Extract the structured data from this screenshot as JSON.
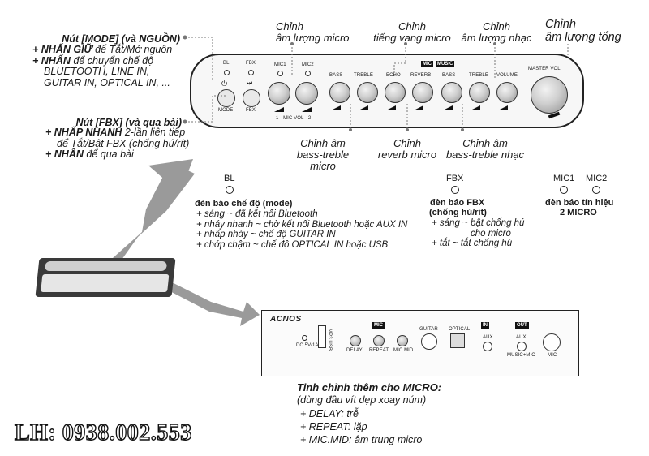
{
  "callouts": {
    "mode_title": "Nút [MODE] (và NGUỒN)",
    "mode_line1_b": "+ NHẤN GIỮ",
    "mode_line1": " để Tắt/Mở nguồn",
    "mode_line2_b": "+ NHẤN",
    "mode_line2": " để chuyển chế độ",
    "mode_line3": "BLUETOOTH, LINE IN,",
    "mode_line4": "GUITAR IN, OPTICAL IN, ...",
    "fbx_title": "Nút [FBX] (và qua bài)",
    "fbx_line1_b": "+ NHẤP NHANH",
    "fbx_line1": " 2-lần liên tiếp",
    "fbx_line2": "để Tắt/Bật FBX (chống hú/rít)",
    "fbx_line3_b": "+ NHẤN",
    "fbx_line3": " để qua bài",
    "top_mic_vol_1": "Chỉnh",
    "top_mic_vol_2": "âm lượng micro",
    "top_echo_1": "Chỉnh",
    "top_echo_2": "tiếng vang micro",
    "top_music_1": "Chỉnh",
    "top_music_2": "âm lượng nhạc",
    "top_master_1": "Chỉnh",
    "top_master_2": "âm lượng tổng",
    "bot_bt_mic_1": "Chỉnh âm",
    "bot_bt_mic_2": "bass-treble micro",
    "bot_reverb_1": "Chỉnh",
    "bot_reverb_2": "reverb micro",
    "bot_bt_music_1": "Chỉnh âm",
    "bot_bt_music_2": "bass-treble nhạc"
  },
  "panel": {
    "bl": "BL",
    "fbx": "FBX",
    "mic1": "MIC1",
    "mic2": "MIC2",
    "mode": "MODE",
    "fbx_btn": "FBX",
    "power_icon": "⏻",
    "next_icon": "⏭",
    "mic_vol": "1 - MIC VOL - 2",
    "bass": "BASS",
    "treble": "TREBLE",
    "echo": "ECHO",
    "reverb": "REVERB",
    "bass2": "BASS",
    "treble2": "TREBLE",
    "volume": "VOLUME",
    "master_vol": "MASTER VOL",
    "tag_mic": "MIC",
    "tag_music": "MUSIC"
  },
  "indicators": {
    "bl_label": "BL",
    "bl_title": "đèn báo chế độ (mode)",
    "bl_items": [
      "+ sáng ~ đã kết nối Bluetooth",
      "+ nháy nhanh ~ chờ kết nối Bluetooth hoặc AUX IN",
      "+ nhấp nháy ~ chế độ GUITAR IN",
      "+ chớp chậm ~ chế độ OPTICAL IN hoặc USB"
    ],
    "fbx_label": "FBX",
    "fbx_title1": "đèn báo FBX",
    "fbx_title2": "(chống hú/rít)",
    "fbx_items": [
      "+ sáng ~ bật chống hú",
      "cho micro",
      "+ tắt ~ tắt chống hú"
    ],
    "mic1_label": "MIC1",
    "mic2_label": "MIC2",
    "mic_title1": "đèn báo tín hiệu",
    "mic_title2": "2 MICRO"
  },
  "rear": {
    "brand": "ACNOS",
    "dc": "DC 5V/1A",
    "mp3": "MP3 USB",
    "tag_mic": "MIC",
    "delay": "DELAY",
    "repeat": "REPEAT",
    "micmid": "MIC.MID",
    "guitar": "GUITAR",
    "optical": "OPTICAL",
    "tag_in": "IN",
    "aux_in": "AUX",
    "tag_out": "OUT",
    "aux_out": "AUX",
    "music_mic": "MUSIC+MIC",
    "mic": "MIC"
  },
  "micro_tune": {
    "title": "Tinh chỉnh thêm cho MICRO:",
    "subtitle": "(dùng đầu vít dẹp xoay núm)",
    "items": [
      "+ DELAY: trễ",
      "+ REPEAT: lặp",
      "+ MIC.MID: âm trung micro"
    ]
  },
  "contact": "LH: 0938.002.553"
}
